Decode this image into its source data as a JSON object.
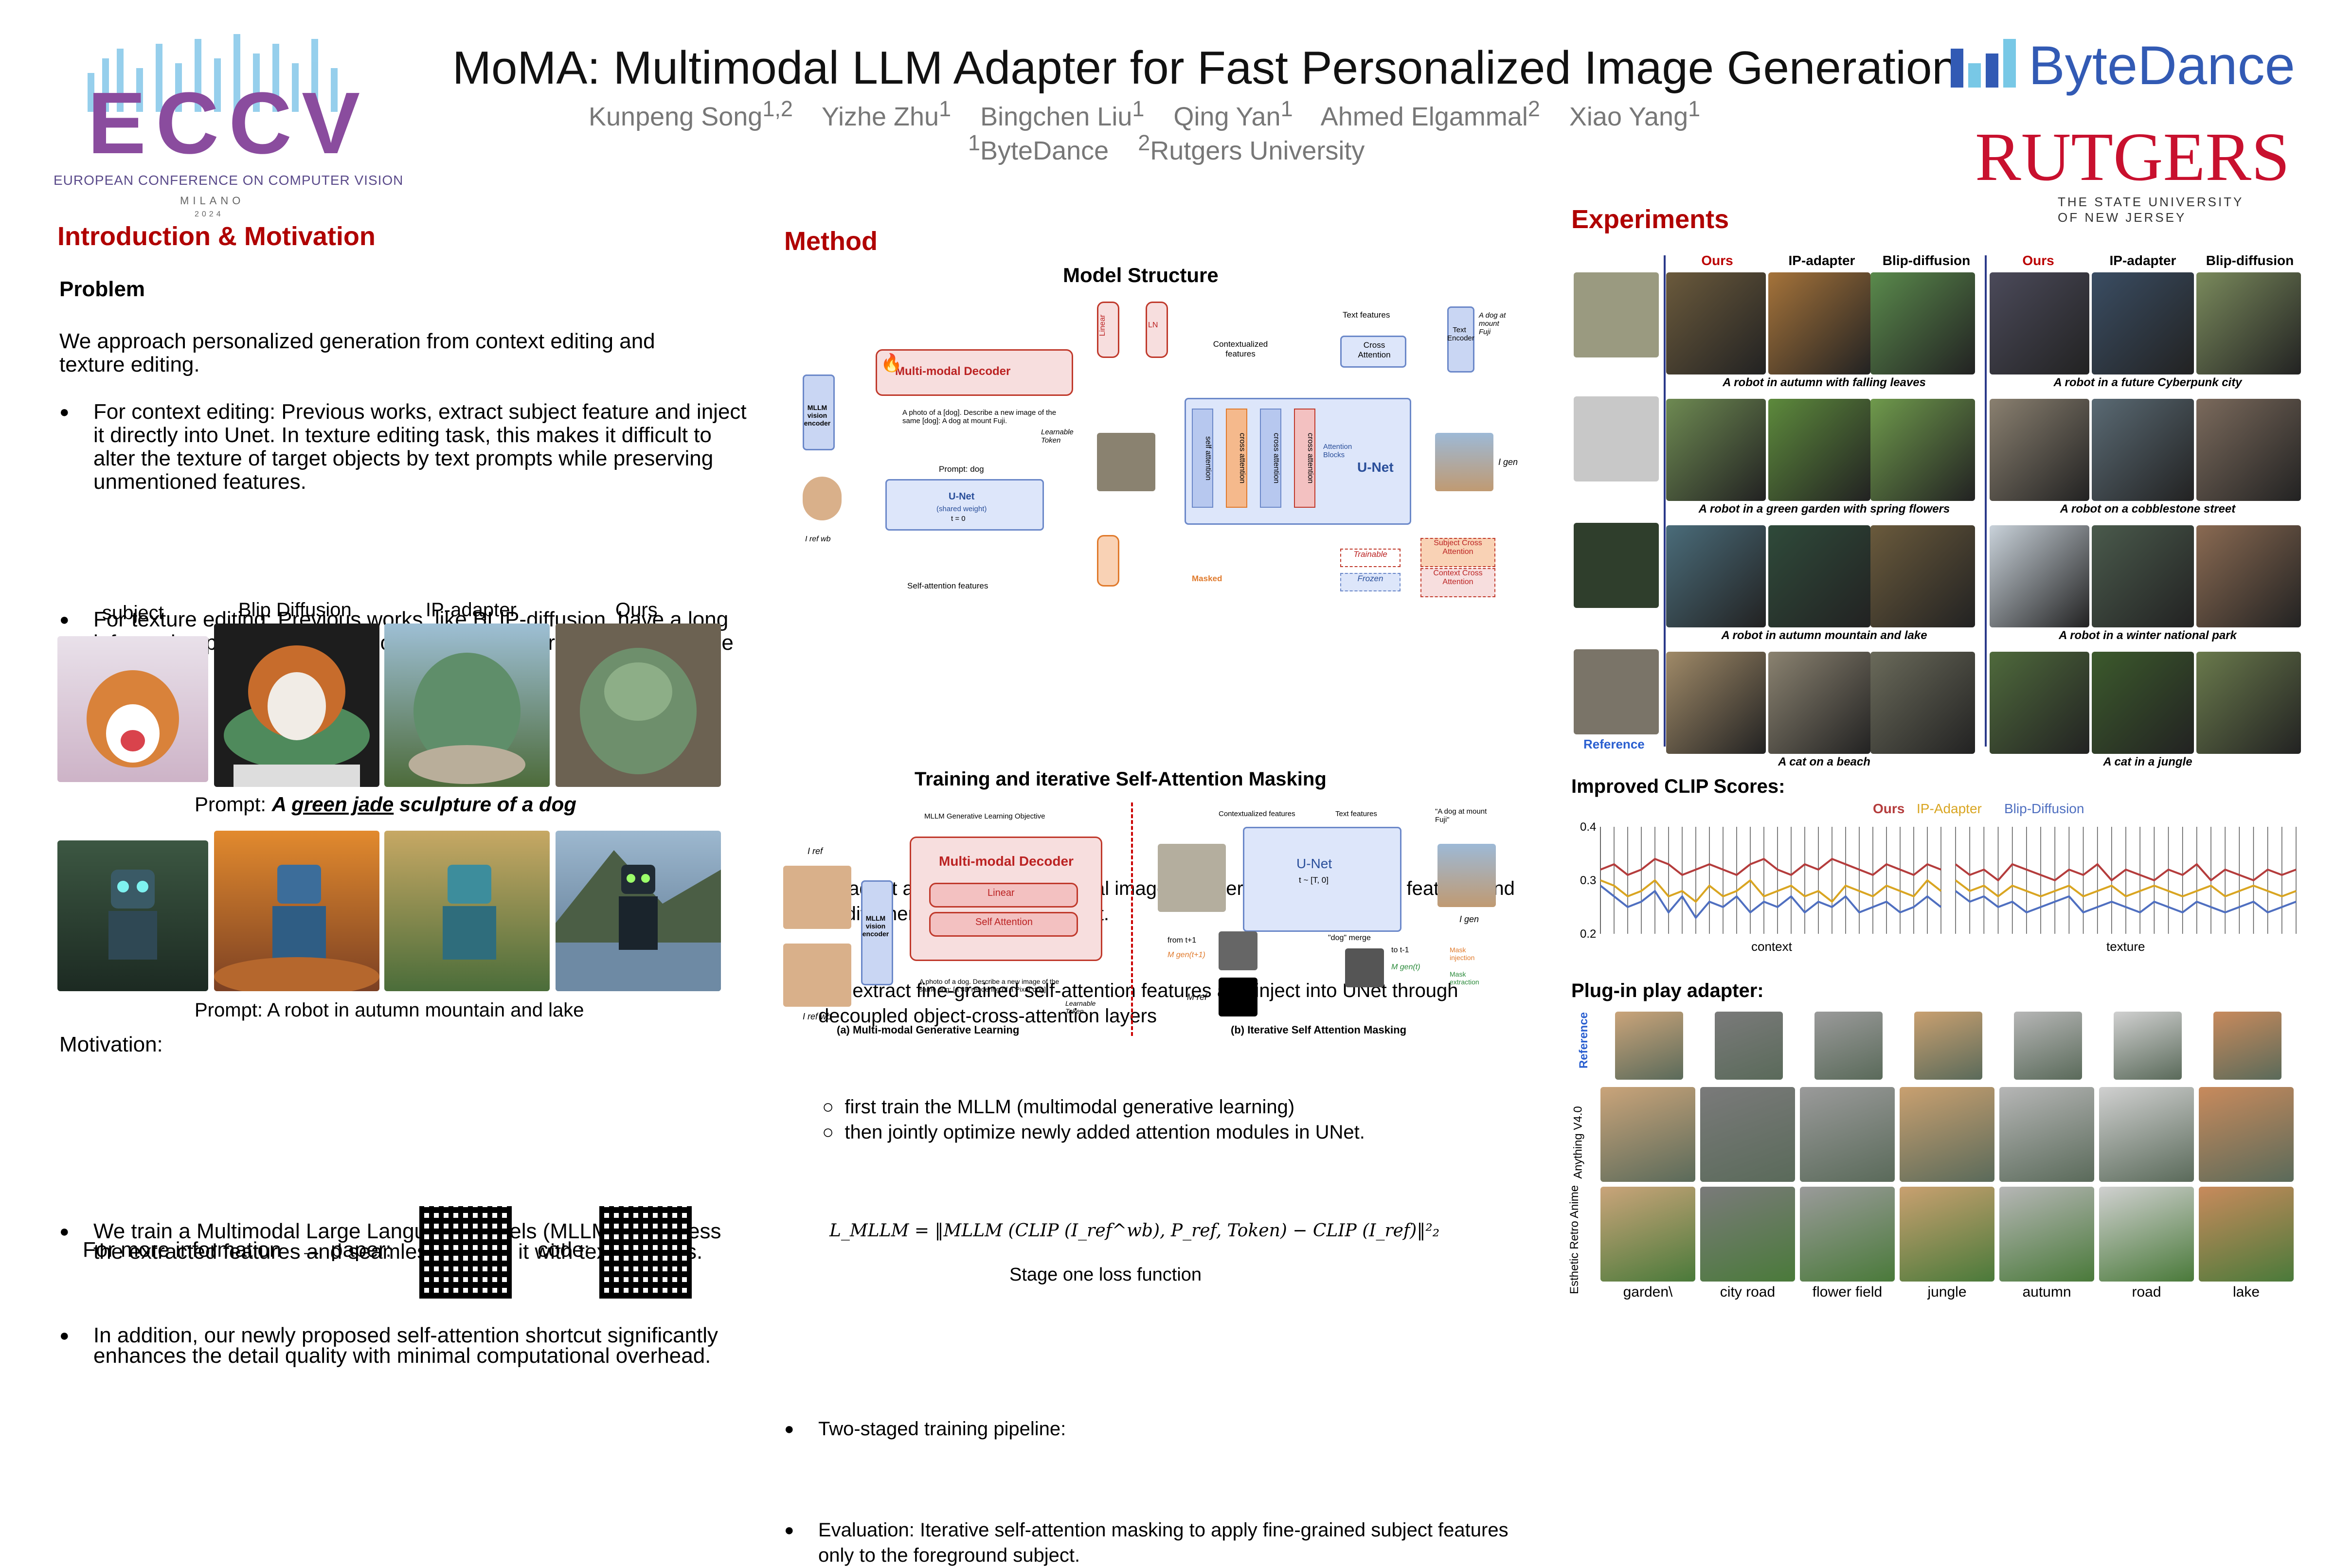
{
  "header": {
    "title": "MoMA: Multimodal LLM Adapter for Fast Personalized Image Generation",
    "authors": [
      "Kunpeng Song1,2",
      "Yizhe Zhu1",
      "Bingchen Liu1",
      "Qing Yan1",
      "Ahmed Elgammal2",
      "Xiao Yang1"
    ],
    "affiliations": "1ByteDance    2Rutgers University",
    "eccv_logo": "ECCV",
    "eccv_sub": "EUROPEAN CONFERENCE ON COMPUTER VISION",
    "eccv_city": "MILANO",
    "eccv_year": "2024",
    "bytedance": "ByteDance",
    "rutgers": "RUTGERS",
    "rutgers_sub1": "THE STATE UNIVERSITY",
    "rutgers_sub2": "OF NEW JERSEY"
  },
  "intro": {
    "title": "Introduction & Motivation",
    "problem_heading": "Problem",
    "problem_text": "We approach personalized generation from context editing and texture editing.",
    "bullets": [
      "For context editing: Previous works, extract subject feature and inject it directly into Unet. In texture editing task, this makes it difficult to alter the texture of target objects by text prompts while preserving unmentioned features.",
      "For texture editing: Previous works, like BLIP-diffusion, have a long information path, resulting in noticeable detail errors in a tuning-free setting."
    ],
    "compare_labels": [
      "subject",
      "Blip Diffusion",
      "IP-adapter",
      "Ours"
    ],
    "prompt1_prefix": "Prompt: ",
    "prompt1_a": "A ",
    "prompt1_b": "green jade",
    "prompt1_c": " sculpture of a dog",
    "prompt2": "Prompt: A robot in autumn mountain and lake",
    "motivation_heading": "Motivation:",
    "motivation_bullets": [
      "We train a Multimodal Large Language Models (MLLM) to process the extracted features and seamlessly blend it with text prompts.",
      "In addition, our newly proposed self-attention shortcut significantly enhances the detail quality with minimal computational overhead."
    ],
    "more_info": "For more information",
    "arrow": "→",
    "paper_label": "paper:",
    "code_label": "code:"
  },
  "method": {
    "title": "Method",
    "model_structure": "Model Structure",
    "ms_labels": {
      "decoder": "Multi-modal Decoder",
      "mllm_encoder": "MLLM vision encoder",
      "prompt_text": "A photo of a [dog]. Describe a new image of the same [dog]: A dog at mount Fuji.",
      "learnable_token": "Learnable Token",
      "prompt_dog": "Prompt: dog",
      "unet_small": "U-Net",
      "shared_weight": "(shared weight)",
      "t0": "t = 0",
      "self": "self",
      "cross": "cross",
      "self_attn_features": "Self-attention features",
      "i_ref": "I ref wb",
      "linear": "Linear",
      "ln": "LN",
      "contextualized": "Contextualized features",
      "text_features": "Text features",
      "cross_attention": "Cross Attention",
      "text_encoder": "Text Encoder",
      "fuji_prompt": "A dog at mount Fuji",
      "self_attention": "self attention",
      "cross_attention_v": "cross attention",
      "attention_blocks": "Attention Blocks",
      "unet_big": "U-Net",
      "i_gen": "I gen",
      "masked": "Masked",
      "trainable": "Trainable",
      "frozen": "Frozen",
      "subject_ca": "Subject Cross Attention",
      "context_ca": "Context Cross Attention"
    },
    "bullets1": [
      "we adapt a generative multimodal image decoder (MLLM) to extract features and modify them by the target prompt.",
      "We extract fine-grained self-attention features and inject into UNet through decoupled object-cross-attention layers"
    ],
    "training_title": "Training and iterative Self-Attention Masking",
    "tr_labels": {
      "objective": "MLLM Generative Learning Objective",
      "decoder": "Multi-modal Decoder",
      "linear": "Linear",
      "self_attention": "Self Attention",
      "mllm_encoder": "MLLM vision encoder",
      "prompt_text": "A photo of a dog. Describe a new image of the same dog: [a 3D rendering of a Pixar dog].",
      "learnable_token": "Learnable Token",
      "cap_a": "(a) Multi-modal Generative Learning",
      "cap_b": "(b) Iterative Self Attention Masking",
      "contextualized": "Contextualized features",
      "text_features": "Text features",
      "fuji": "\"A dog at mount Fuji\"",
      "unet": "U-Net",
      "t_range": "t ~ [T, 0]",
      "from_t1": "from t+1",
      "to_t1": "to t-1",
      "dog_merge": "\"dog\" merge",
      "mask_injection": "Mask injection",
      "mask_extraction": "Mask extraction",
      "i_ref": "I ref",
      "i_ref_wb": "I ref wb",
      "i_gen": "I gen",
      "m_ref": "M ref",
      "m_gen_t1": "M gen(t+1)",
      "m_gen_t": "M gen(t)"
    },
    "bullets2": [
      "Two-staged training pipeline:",
      "first train the MLLM (multimodal generative learning)",
      "then jointly optimize newly added attention modules in UNet.",
      "Evaluation: Iterative self-attention masking to apply fine-grained subject features only to the foreground subject."
    ],
    "formula": "L_MLLM = ‖MLLM (CLIP (I_ref^wb), P_ref, Token) − CLIP (I_ref)‖²₂",
    "formula_caption": "Stage one loss function"
  },
  "experiments": {
    "title": "Experiments",
    "col_headers": [
      "Ours",
      "IP-adapter",
      "Blip-diffusion",
      "Ours",
      "IP-adapter",
      "Blip-diffusion"
    ],
    "captions": [
      "A robot in autumn with falling leaves",
      "A robot in a future Cyberpunk city",
      "A robot in a green garden with spring flowers",
      "A robot on a cobblestone street",
      "A robot in autumn mountain and lake",
      "A robot in a winter national park",
      "A cat on a beach",
      "A cat in a jungle"
    ],
    "reference_label": "Reference",
    "clip_title": "Improved CLIP Scores:",
    "plugin_title": "Plug-in play adapter:",
    "row_labels": [
      "Reference",
      "Anything V4.0",
      "Esthetic Retro Anime"
    ],
    "plugin_captions": [
      "garden\\",
      "city road",
      "flower field",
      "jungle",
      "autumn",
      "road",
      "lake"
    ]
  },
  "chart_data": {
    "type": "line",
    "title": "",
    "legend": [
      "Ours",
      "IP-Adapter",
      "Blip-Diffusion"
    ],
    "legend_placement": "top",
    "xlabel_groups": [
      "context",
      "texture"
    ],
    "ylim": [
      0.2,
      0.4
    ],
    "yticks": [
      "0.4",
      "0.3",
      "0.2"
    ],
    "colors": {
      "Ours": "#b43c3c",
      "IP-Adapter": "#d9a521",
      "Blip-Diffusion": "#4f6fc0"
    },
    "series": [
      {
        "name": "Ours",
        "group": "context",
        "values": [
          0.32,
          0.33,
          0.31,
          0.32,
          0.34,
          0.33,
          0.31,
          0.32,
          0.33,
          0.32,
          0.31,
          0.33,
          0.34,
          0.32,
          0.31,
          0.33,
          0.32,
          0.34,
          0.33,
          0.32,
          0.31,
          0.33,
          0.32,
          0.31,
          0.33,
          0.32
        ]
      },
      {
        "name": "IP-Adapter",
        "group": "context",
        "values": [
          0.3,
          0.29,
          0.27,
          0.28,
          0.3,
          0.27,
          0.28,
          0.26,
          0.29,
          0.27,
          0.28,
          0.3,
          0.27,
          0.28,
          0.29,
          0.27,
          0.28,
          0.26,
          0.29,
          0.28,
          0.27,
          0.29,
          0.28,
          0.27,
          0.3,
          0.28
        ]
      },
      {
        "name": "Blip-Diffusion",
        "group": "context",
        "values": [
          0.29,
          0.27,
          0.25,
          0.26,
          0.28,
          0.24,
          0.27,
          0.23,
          0.26,
          0.25,
          0.27,
          0.24,
          0.26,
          0.25,
          0.27,
          0.24,
          0.26,
          0.25,
          0.27,
          0.24,
          0.25,
          0.26,
          0.24,
          0.25,
          0.27,
          0.25
        ]
      },
      {
        "name": "Ours",
        "group": "texture",
        "values": [
          0.33,
          0.31,
          0.32,
          0.3,
          0.33,
          0.32,
          0.31,
          0.3,
          0.32,
          0.31,
          0.33,
          0.3,
          0.32,
          0.31,
          0.3,
          0.32,
          0.31,
          0.33,
          0.3,
          0.32,
          0.31,
          0.3,
          0.32,
          0.31,
          0.32
        ]
      },
      {
        "name": "IP-Adapter",
        "group": "texture",
        "values": [
          0.3,
          0.28,
          0.29,
          0.27,
          0.29,
          0.28,
          0.27,
          0.28,
          0.29,
          0.27,
          0.28,
          0.29,
          0.27,
          0.28,
          0.29,
          0.28,
          0.27,
          0.28,
          0.29,
          0.27,
          0.28,
          0.29,
          0.28,
          0.27,
          0.28
        ]
      },
      {
        "name": "Blip-Diffusion",
        "group": "texture",
        "values": [
          0.28,
          0.26,
          0.27,
          0.25,
          0.26,
          0.24,
          0.25,
          0.26,
          0.27,
          0.24,
          0.25,
          0.26,
          0.25,
          0.24,
          0.26,
          0.25,
          0.24,
          0.26,
          0.25,
          0.24,
          0.25,
          0.26,
          0.24,
          0.25,
          0.26
        ]
      }
    ]
  }
}
